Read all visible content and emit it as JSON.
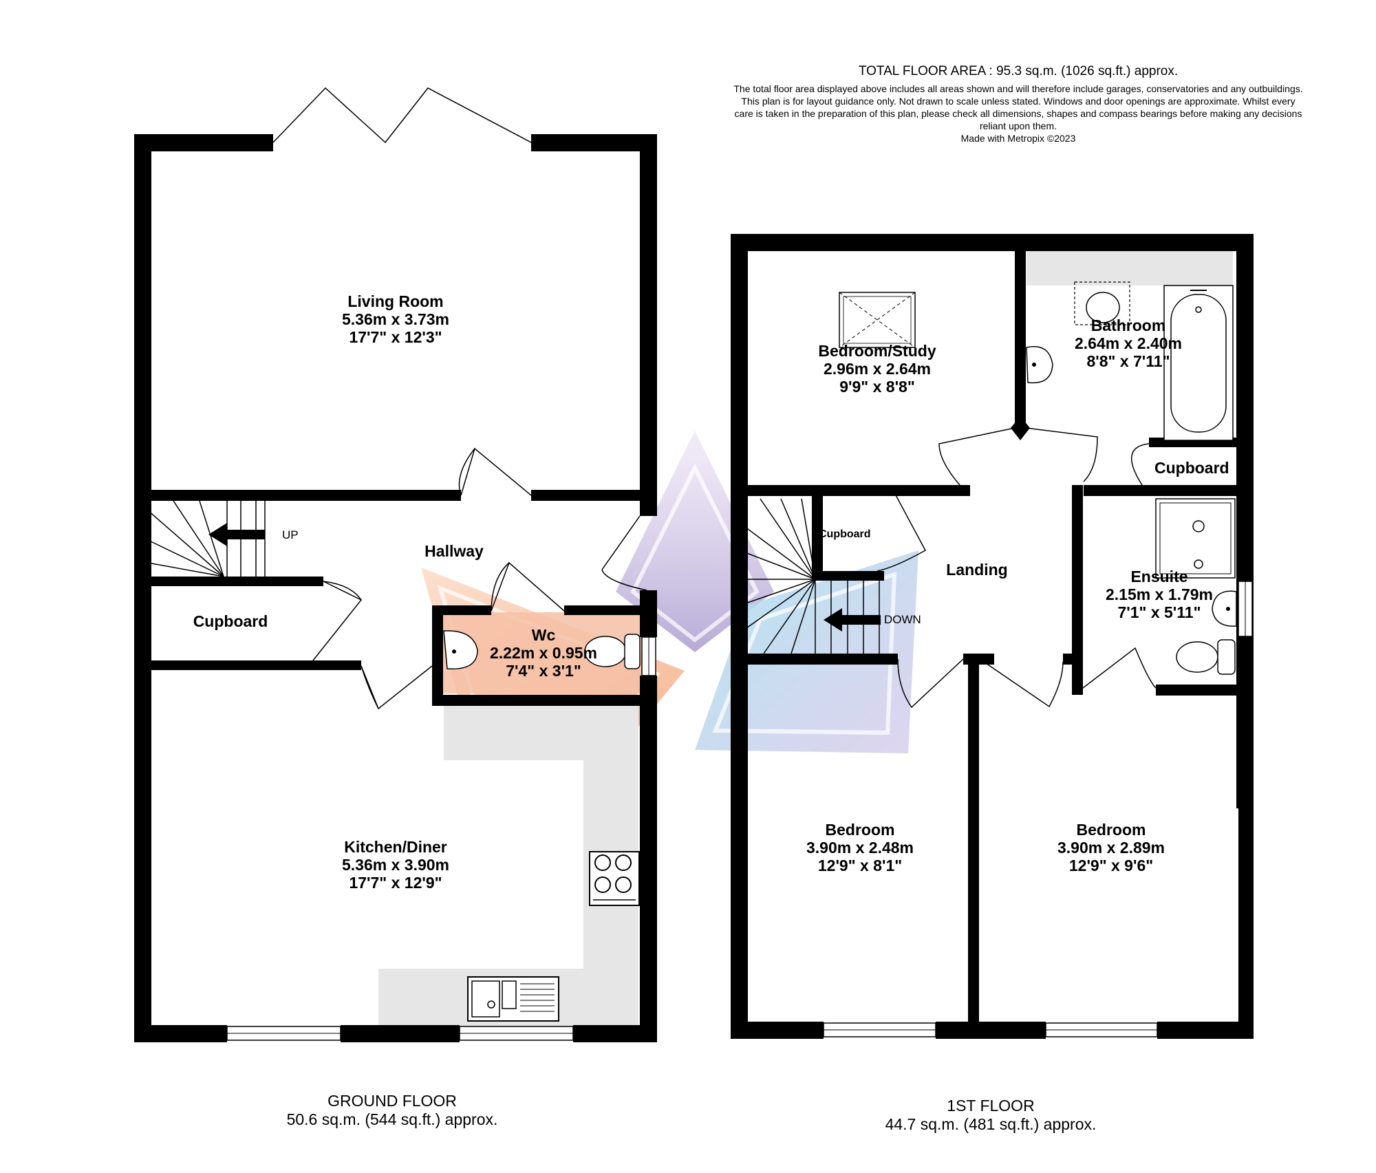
{
  "header": {
    "total_area": "TOTAL FLOOR AREA : 95.3 sq.m. (1026 sq.ft.) approx.",
    "disclaimer": "The total floor area displayed above includes all areas shown and will therefore include garages, conservatories and any outbuildings. This plan is for layout guidance only. Not drawn to scale unless stated. Windows and door openings are approximate. Whilst every care is taken in the preparation of this plan, please check all dimensions, shapes and compass bearings before making any decisions reliant upon them.",
    "made_with": "Made with Metropix ©2023"
  },
  "ground_floor": {
    "title": "GROUND FLOOR",
    "area": "50.6 sq.m. (544 sq.ft.) approx.",
    "stairs_label": "UP",
    "rooms": {
      "living_room": {
        "name": "Living Room",
        "metric": "5.36m  x 3.73m",
        "imperial": "17'7\"  x 12'3\""
      },
      "hallway": {
        "name": "Hallway"
      },
      "cupboard": {
        "name": "Cupboard"
      },
      "wc": {
        "name": "Wc",
        "metric": "2.22m  x 0.95m",
        "imperial": "7'4\"  x 3'1\""
      },
      "kitchen": {
        "name": "Kitchen/Diner",
        "metric": "5.36m  x 3.90m",
        "imperial": "17'7\"  x 12'9\""
      }
    }
  },
  "first_floor": {
    "title": "1ST FLOOR",
    "area": "44.7 sq.m. (481 sq.ft.) approx.",
    "stairs_label": "DOWN",
    "rooms": {
      "bedroom_study": {
        "name": "Bedroom/Study",
        "metric": "2.96m  x 2.64m",
        "imperial": "9'9\"  x 8'8\""
      },
      "bathroom": {
        "name": "Bathroom",
        "metric": "2.64m  x 2.40m",
        "imperial": "8'8\"  x 7'11\""
      },
      "cupboard_right": {
        "name": "Cupboard"
      },
      "cupboard_small": {
        "name": "Cupboard"
      },
      "landing": {
        "name": "Landing"
      },
      "ensuite": {
        "name": "Ensuite",
        "metric": "2.15m  x 1.79m",
        "imperial": "7'1\"  x 5'11\""
      },
      "bedroom_left": {
        "name": "Bedroom",
        "metric": "3.90m  x 2.48m",
        "imperial": "12'9\"  x 8'1\""
      },
      "bedroom_right": {
        "name": "Bedroom",
        "metric": "3.90m  x 2.89m",
        "imperial": "12'9\"  x 9'6\""
      }
    }
  },
  "colors": {
    "wall": "#000000",
    "fitted_units": "#e6e6e6",
    "watermark_purple": "#b9a8d8",
    "watermark_cyan": "#7fd6e6",
    "watermark_orange": "#f5b28a"
  }
}
